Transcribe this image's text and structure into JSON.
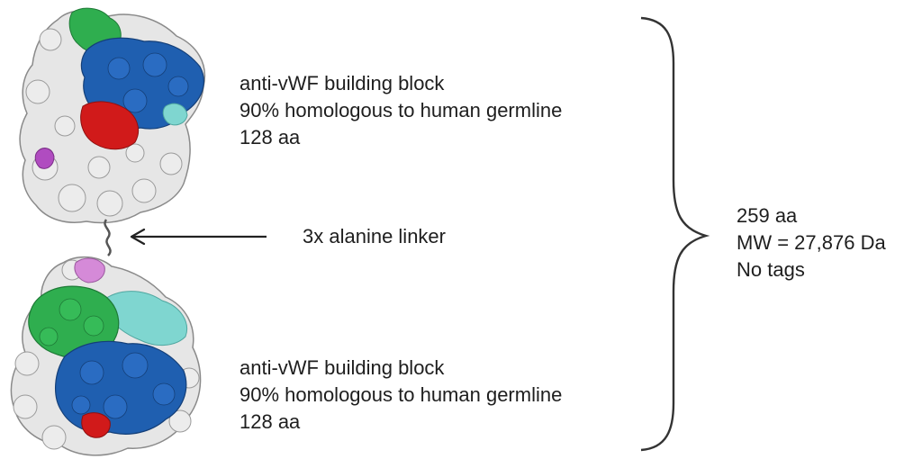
{
  "top_building_block": {
    "line1": "anti-vWF building block",
    "line2": "90% homologous to human germline",
    "line3": "128 aa"
  },
  "bottom_building_block": {
    "line1": "anti-vWF building block",
    "line2": "90% homologous to human germline",
    "line3": "128 aa"
  },
  "linker": {
    "label": "3x alanine linker"
  },
  "summary": {
    "length": "259 aa",
    "molecular_weight": "MW = 27,876 Da",
    "tags": "No tags"
  },
  "colors": {
    "surface_white": "#e6e6e6",
    "surface_outline": "#8a8a8a",
    "blue_region": "#1f5fb0",
    "green_region": "#2fae4f",
    "red_region": "#d11a1a",
    "cyan_region": "#7fd6d0",
    "magenta_region": "#b04cc0",
    "arrow": "#222222"
  }
}
